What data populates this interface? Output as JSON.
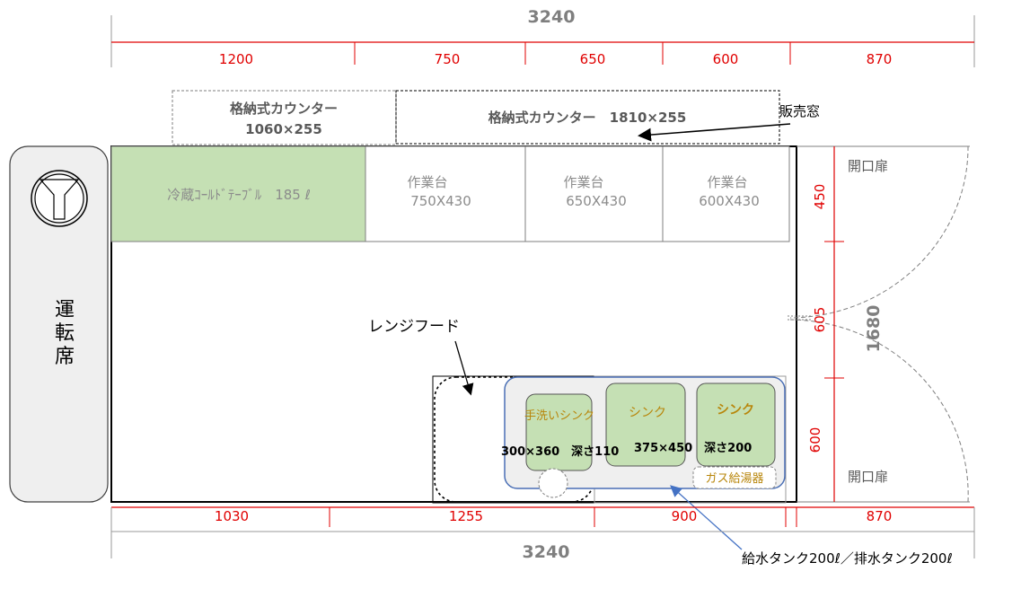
{
  "dimensions": {
    "top_total": "3240",
    "top_segments": [
      "1200",
      "750",
      "650",
      "600",
      "870"
    ],
    "bottom_total": "3240",
    "bottom_segments": [
      "1030",
      "1255",
      "900",
      "870"
    ],
    "right_segments": [
      "450",
      "605",
      "600"
    ],
    "right_total": "1680"
  },
  "counters": {
    "left": {
      "name": "格納式カウンター",
      "size": "1060×255"
    },
    "right": {
      "label": "格納式カウンター　1810×255"
    }
  },
  "sales_window": "販売窓",
  "driver_seat": [
    "運",
    "転",
    "席"
  ],
  "fridge": "冷蔵ｺｰﾙﾄﾞﾃｰﾌﾞﾙ　185 ℓ",
  "worktables": [
    {
      "name": "作業台",
      "size": "750X430"
    },
    {
      "name": "作業台",
      "size": "650X430"
    },
    {
      "name": "作業台",
      "size": "600X430"
    }
  ],
  "doors": [
    "開口扉",
    "開口扉"
  ],
  "range_hood": "レンジフード",
  "sinks": {
    "hand": "手洗いシンク",
    "hand_spec": "300×360　深さ110",
    "sink1": "シンク",
    "sink2": "シンク",
    "sink_spec": "375×450　深さ200"
  },
  "gas_heater": "ガス給湯器",
  "tank": "給水タンク200ℓ／排水タンク200ℓ"
}
